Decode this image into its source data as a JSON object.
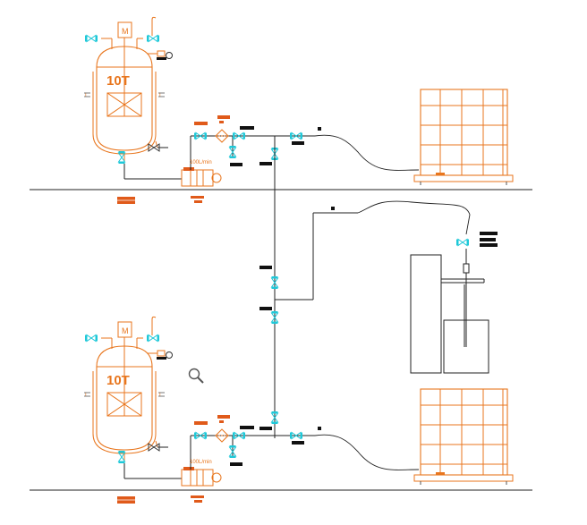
{
  "tanks": [
    {
      "label": "10T",
      "motor_label": "M"
    },
    {
      "label": "10T",
      "motor_label": "M"
    }
  ],
  "pumps": [
    {
      "flow_label": "100L/min"
    },
    {
      "flow_label": "100L/min"
    }
  ],
  "icons": {
    "zoom": "magnifier-icon"
  },
  "colors": {
    "equipment": "#e8761e",
    "valve": "#1ec8d8",
    "pipe": "#222222",
    "tag": "#111111",
    "pump_base": "#e05a1a"
  }
}
